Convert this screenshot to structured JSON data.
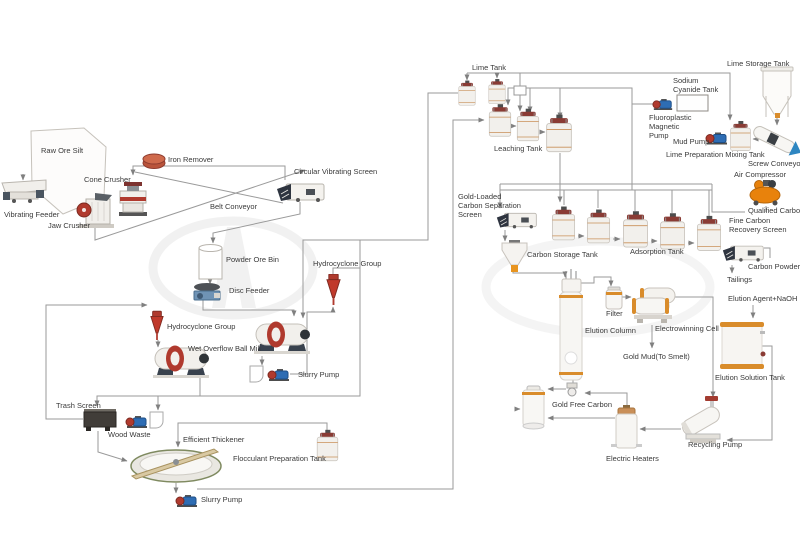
{
  "palette": {
    "line": "#9a9a9a",
    "label_text": "#3a3a3a",
    "machine_red": "#b03a2e",
    "tank_lid_maroon": "#8a3b34",
    "tank_ring_orange": "#c98f58",
    "column_band_orange": "#d98c2b",
    "compressor_orange": "#e8820c",
    "pump_blue": "#2e6db4",
    "conveyor_blue": "#2e86c1"
  },
  "labels": {
    "raw_ore_silt": "Raw Ore Silt",
    "vibrating_feeder": "Vibrating Feeder",
    "jaw_crusher": "Jaw Crusher",
    "cone_crusher": "Cone Crusher",
    "iron_remover": "Iron Remover",
    "belt_conveyor": "Belt Conveyor",
    "circular_vibrating_screen": "Circular Vibrating Screen",
    "powder_ore_bin": "Powder Ore Bin",
    "disc_feeder": "Disc Feeder",
    "hydrocyclone_group_right": "Hydrocyclone Group",
    "hydrocyclone_group_left": "Hydrocyclone Group",
    "wet_overflow_ball_mill": "Wet Overflow Ball Mill",
    "slurry_pump_right": "Slurry Pump",
    "trash_screen": "Trash Screen",
    "wood_waste": "Wood Waste",
    "efficient_thickener": "Efficient Thickener",
    "flocculant_preparation_tank": "Flocculant Preparation Tank",
    "slurry_pump_bottom": "Slurry Pump",
    "lime_tank": "Lime Tank",
    "leaching_tank": "Leaching Tank",
    "sodium_cyanide_tank": "Sodium Cyanide Tank",
    "fluoroplastic_magnetic_pump": "Fluoroplastic Magnetic Pump",
    "mud_pump": "Mud Pump",
    "lime_preparation_mixing_tank": "Lime Preparation Mixing Tank",
    "lime_storage_tank": "Lime Storage Tank",
    "screw_conveyor": "Screw Conveyor",
    "air_compressor": "Air Compressor",
    "qualified_carbon": "Qualified Carbon",
    "fine_carbon_recovery_screen": "Fine Carbon Recovery Screen",
    "gold_loaded_carbon_separation_screen": "Gold-Loaded Carbon Separation Screen",
    "carbon_storage_tank": "Carbon Storage Tank",
    "adsorption_tank": "Adsorption Tank",
    "carbon_powder": "Carbon Powder",
    "tailings": "Tailings",
    "elution_agent": "Elution Agent+NaOH",
    "elution_solution_tank": "Elution Solution Tank",
    "filter": "Filter",
    "elution_column": "Elution Column",
    "electrowinning_cell": "Electrowinning Cell",
    "gold_mud": "Gold Mud(To Smelt)",
    "gold_free_carbon": "Gold Free Carbon",
    "electric_heaters": "Electric Heaters",
    "recycling_pump": "Recycling Pump"
  }
}
